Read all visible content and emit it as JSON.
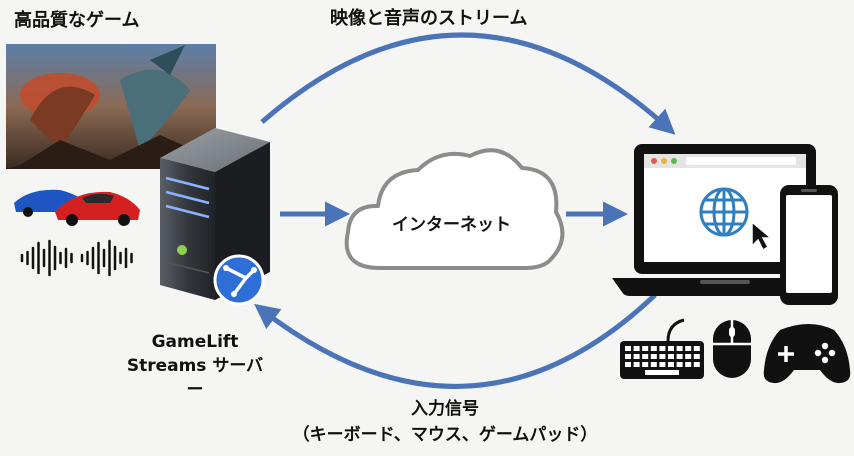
{
  "labels": {
    "high_quality_game": "高品質なゲーム",
    "av_stream": "映像と音声のストリーム",
    "internet": "インターネット",
    "server_line1": "GameLift",
    "server_line2": "Streams サーバー",
    "input_line1": "入力信号",
    "input_line2": "（キーボード、マウス、ゲームパッド）"
  },
  "colors": {
    "arrow": "#4a73b8",
    "cloud_stroke": "#8c8c8c",
    "server_body": "#3a3d42",
    "server_light": "#8ab4ff",
    "globe": "#2f7fc1",
    "device_dark": "#111111"
  },
  "icons": {
    "game_art": "dragon-artwork",
    "cars": "sports-cars",
    "audio": "sound-wave-icon",
    "server": "server-tower-icon",
    "gamelift": "gamelift-logo-icon",
    "cloud": "cloud-icon",
    "laptop": "laptop-icon",
    "globe": "globe-icon",
    "cursor": "cursor-icon",
    "phone": "smartphone-icon",
    "keyboard": "keyboard-icon",
    "mouse": "mouse-icon",
    "gamepad": "gamepad-icon"
  }
}
